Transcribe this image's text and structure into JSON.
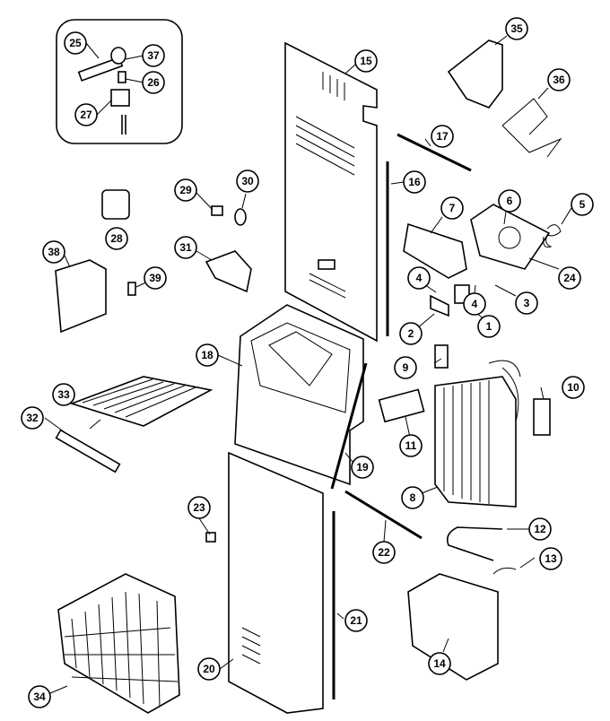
{
  "callouts": [
    "1",
    "2",
    "3",
    "4",
    "4",
    "5",
    "6",
    "7",
    "8",
    "9",
    "10",
    "11",
    "12",
    "13",
    "14",
    "15",
    "16",
    "17",
    "18",
    "19",
    "20",
    "21",
    "22",
    "23",
    "24",
    "25",
    "26",
    "27",
    "28",
    "29",
    "30",
    "31",
    "32",
    "33",
    "34",
    "35",
    "36",
    "37",
    "38",
    "39"
  ]
}
